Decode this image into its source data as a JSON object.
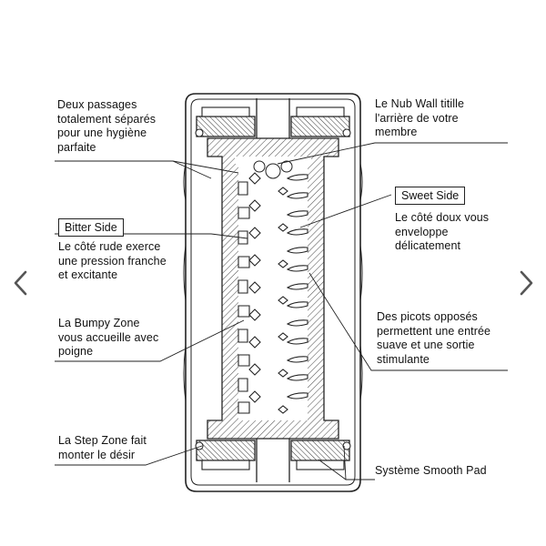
{
  "annotations": {
    "deux_passages": [
      "Deux passages",
      "totalement séparés",
      "pour une hygiène",
      "parfaite"
    ],
    "nub_wall": [
      "Le Nub Wall titille",
      "l'arrière de votre",
      "membre"
    ],
    "sweet_side_title": "Sweet Side",
    "sweet_side_desc": [
      "Le côté doux vous",
      "enveloppe",
      "délicatement"
    ],
    "bitter_side_title": "Bitter Side",
    "bitter_side_desc": [
      "Le côté rude exerce",
      "une pression franche",
      "et excitante"
    ],
    "bumpy_zone": [
      "La Bumpy Zone",
      "vous accueille avec",
      "poigne"
    ],
    "picots": [
      "Des picots opposés",
      "permettent une entrée",
      "suave et une sortie",
      "stimulante"
    ],
    "step_zone": [
      "La Step Zone fait",
      "monter le désir"
    ],
    "smooth_pad": "Système Smooth Pad"
  },
  "nav": {
    "prev_icon": "chevron-left-icon",
    "next_icon": "chevron-right-icon"
  },
  "colors": {
    "line": "#222222",
    "hatch": "#555555",
    "nav": "#555555"
  }
}
